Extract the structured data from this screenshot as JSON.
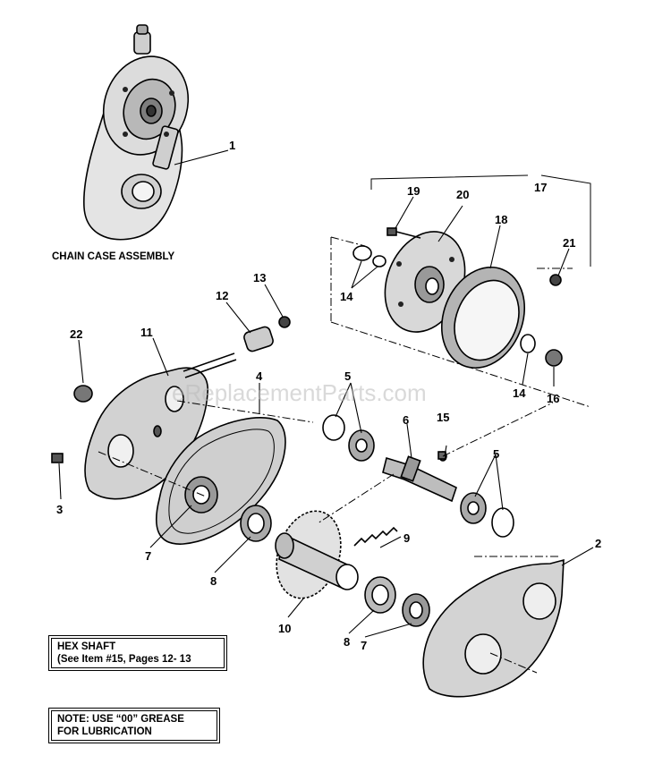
{
  "assembly_caption": "CHAIN CASE ASSEMBLY",
  "watermark": "eReplacementParts.com",
  "callouts": {
    "c1": "1",
    "c2": "2",
    "c3": "3",
    "c4": "4",
    "c5a": "5",
    "c5b": "5",
    "c6": "6",
    "c7a": "7",
    "c7b": "7",
    "c8a": "8",
    "c8b": "8",
    "c9": "9",
    "c10": "10",
    "c11": "11",
    "c12": "12",
    "c13": "13",
    "c14a": "14",
    "c14b": "14",
    "c15": "15",
    "c16": "16",
    "c17": "17",
    "c18": "18",
    "c19": "19",
    "c20": "20",
    "c21": "21",
    "c22": "22"
  },
  "notes": {
    "hex_shaft_line1": "HEX SHAFT",
    "hex_shaft_line2": "(See Item #15, Pages 12- 13",
    "grease_line1": "NOTE: USE “00” GREASE",
    "grease_line2": "FOR LUBRICATION"
  }
}
